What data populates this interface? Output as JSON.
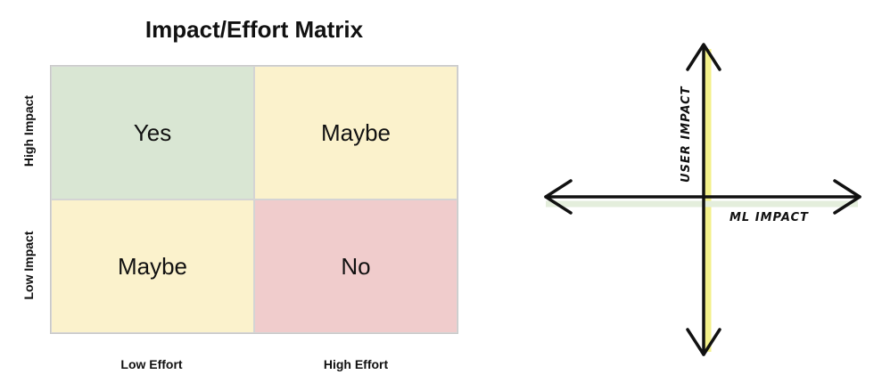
{
  "matrix": {
    "title": "Impact/Effort Matrix",
    "cells": {
      "high_low": "Yes",
      "high_high": "Maybe",
      "low_low": "Maybe",
      "low_high": "No"
    },
    "y_labels": {
      "high": "High Impact",
      "low": "Low Impact"
    },
    "x_labels": {
      "low": "Low Effort",
      "high": "High Effort"
    },
    "colors": {
      "yes": "#d9e6d3",
      "maybe": "#fbf2cc",
      "no": "#f0cccc"
    }
  },
  "sketch": {
    "vertical_axis_label": "USER IMPACT",
    "horizontal_axis_label": "ML IMPACT",
    "highlight_color": "#f3f08a"
  }
}
